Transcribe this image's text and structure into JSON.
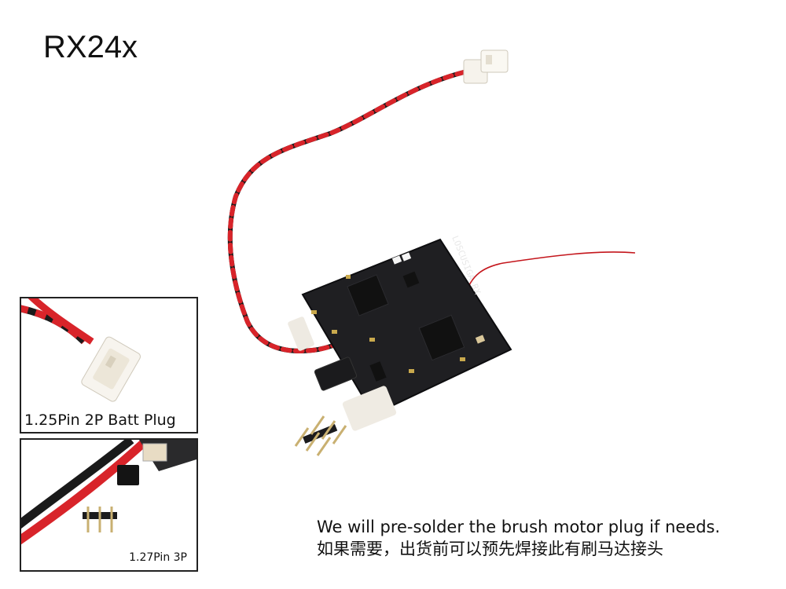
{
  "title": "RX24x",
  "board_silkscreen": "LOSCUSIGA-RX",
  "insets": [
    {
      "label": "1.25Pin 2P Batt Plug"
    },
    {
      "label": "1.27Pin 3P"
    }
  ],
  "caption": {
    "line_en": "We will pre-solder the brush motor plug if needs.",
    "line_zh": "如果需要，出货前可以预先焊接此有刷马达接头"
  },
  "colors": {
    "wire_red": "#d8242a",
    "wire_black": "#1a1a1a",
    "pcb": "#1f1f22",
    "connector": "#f4f1ea"
  }
}
